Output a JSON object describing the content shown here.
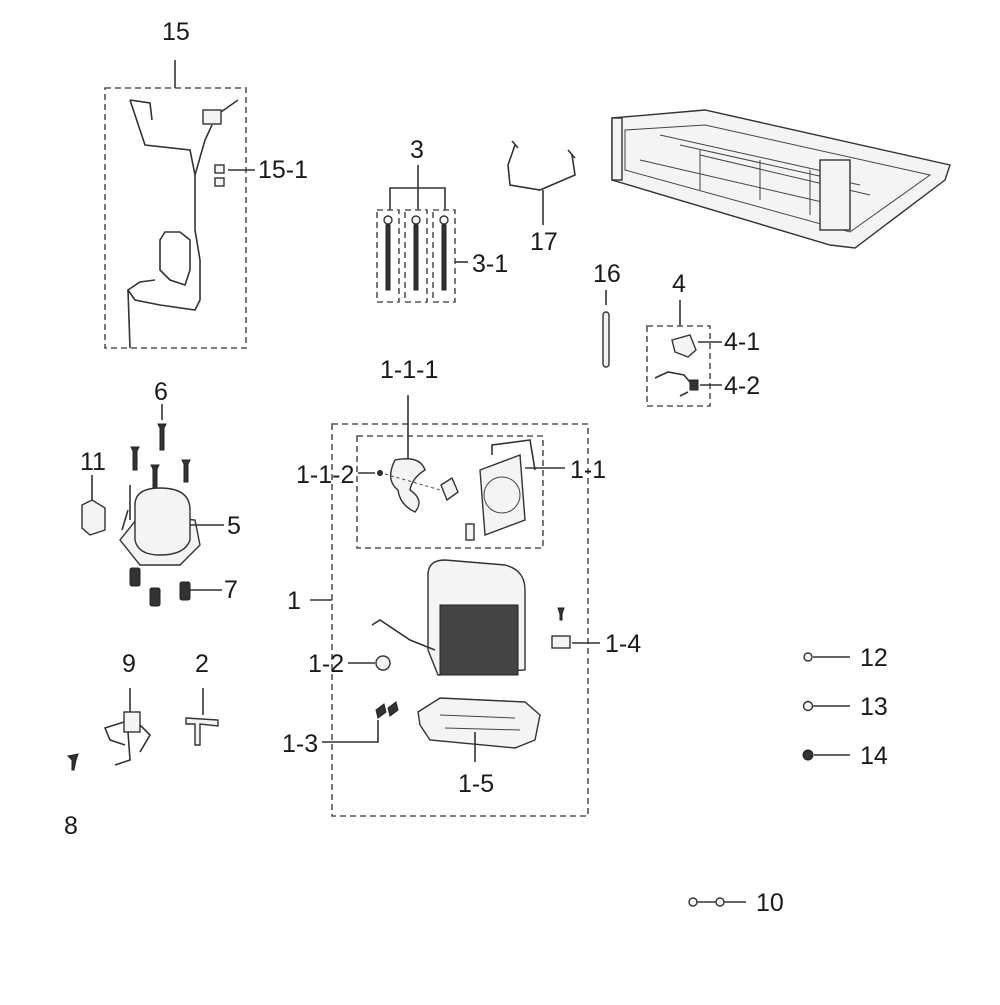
{
  "labels": {
    "l15": "15",
    "l15_1": "15-1",
    "l3": "3",
    "l3_1": "3-1",
    "l17": "17",
    "l16": "16",
    "l4": "4",
    "l4_1": "4-1",
    "l4_2": "4-2",
    "l6": "6",
    "l11": "11",
    "l5": "5",
    "l7": "7",
    "l1_1_1": "1-1-1",
    "l1_1_2": "1-1-2",
    "l1_1": "1-1",
    "l1": "1",
    "l1_2": "1-2",
    "l1_3": "1-3",
    "l1_4": "1-4",
    "l1_5": "1-5",
    "l9": "9",
    "l2": "2",
    "l8": "8",
    "l12": "12",
    "l13": "13",
    "l14": "14",
    "l10": "10"
  }
}
